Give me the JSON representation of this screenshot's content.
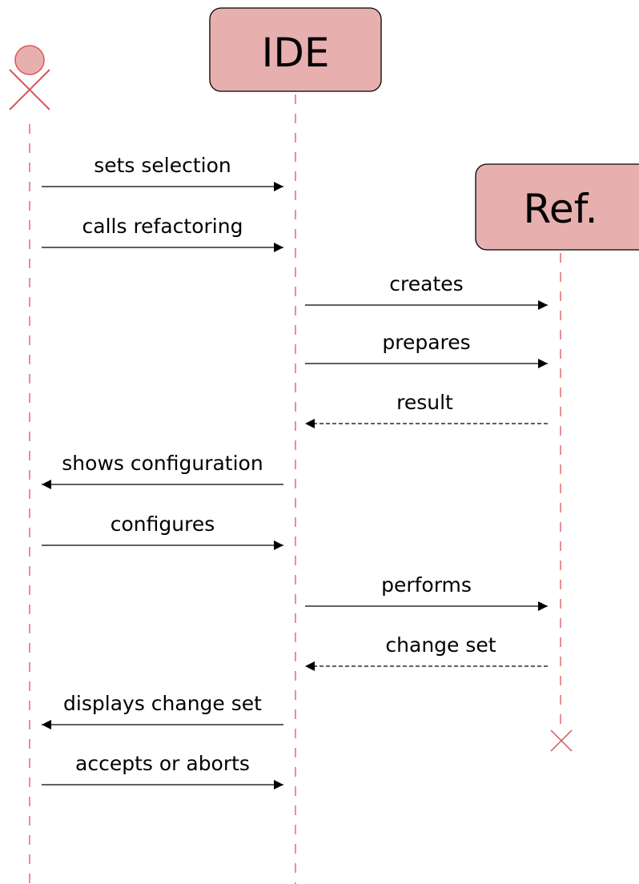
{
  "participants": {
    "user": {
      "label": ""
    },
    "ide": {
      "label": "IDE"
    },
    "ref": {
      "label": "Ref."
    }
  },
  "messages": [
    {
      "label": "sets selection",
      "from": "user",
      "to": "ide",
      "kind": "call"
    },
    {
      "label": "calls refactoring",
      "from": "user",
      "to": "ide",
      "kind": "call"
    },
    {
      "label": "creates",
      "from": "ide",
      "to": "ref",
      "kind": "call"
    },
    {
      "label": "prepares",
      "from": "ide",
      "to": "ref",
      "kind": "call"
    },
    {
      "label": "result",
      "from": "ref",
      "to": "ide",
      "kind": "reply"
    },
    {
      "label": "shows configuration",
      "from": "ide",
      "to": "user",
      "kind": "call"
    },
    {
      "label": "configures",
      "from": "user",
      "to": "ide",
      "kind": "call"
    },
    {
      "label": "performs",
      "from": "ide",
      "to": "ref",
      "kind": "call"
    },
    {
      "label": "change set",
      "from": "ref",
      "to": "ide",
      "kind": "reply"
    },
    {
      "label": "displays change set",
      "from": "ide",
      "to": "user",
      "kind": "call"
    },
    {
      "label": "accepts or aborts",
      "from": "user",
      "to": "ide",
      "kind": "call"
    }
  ],
  "colors": {
    "participant_fill": "#e8afaf",
    "lifeline": "#d9555a",
    "message": "#000000"
  },
  "icons": {
    "actor": "stick-figure-icon",
    "destroy": "destruction-x-icon"
  }
}
